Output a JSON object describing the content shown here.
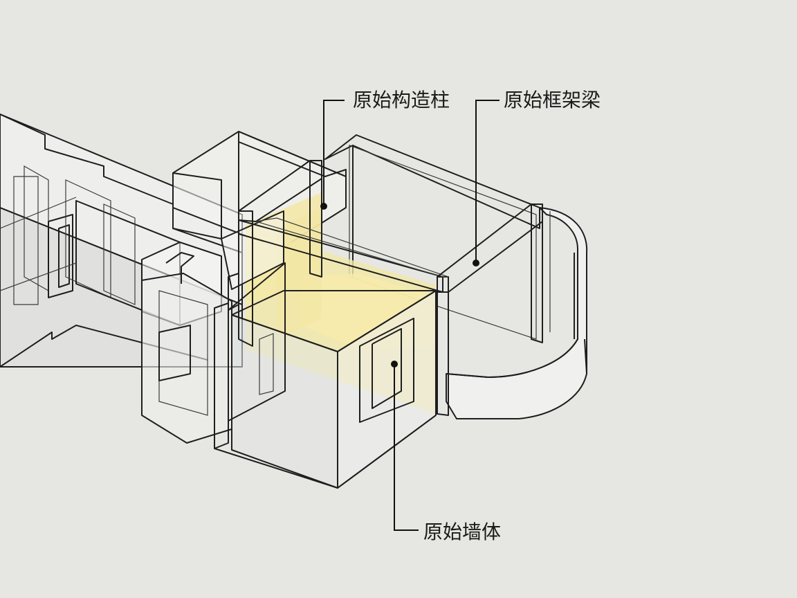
{
  "labels": {
    "column": "原始构造柱",
    "beam": "原始框架梁",
    "wall": "原始墙体"
  },
  "colors": {
    "background": "#e6e6e2",
    "column": "#c85a5c",
    "beam": "#3fc5cf",
    "wall_fill": "#f3e8a6",
    "edge": "#1e1e1e",
    "glass": "#f2f3f4"
  },
  "icons": [
    "leader-dot-icon"
  ]
}
